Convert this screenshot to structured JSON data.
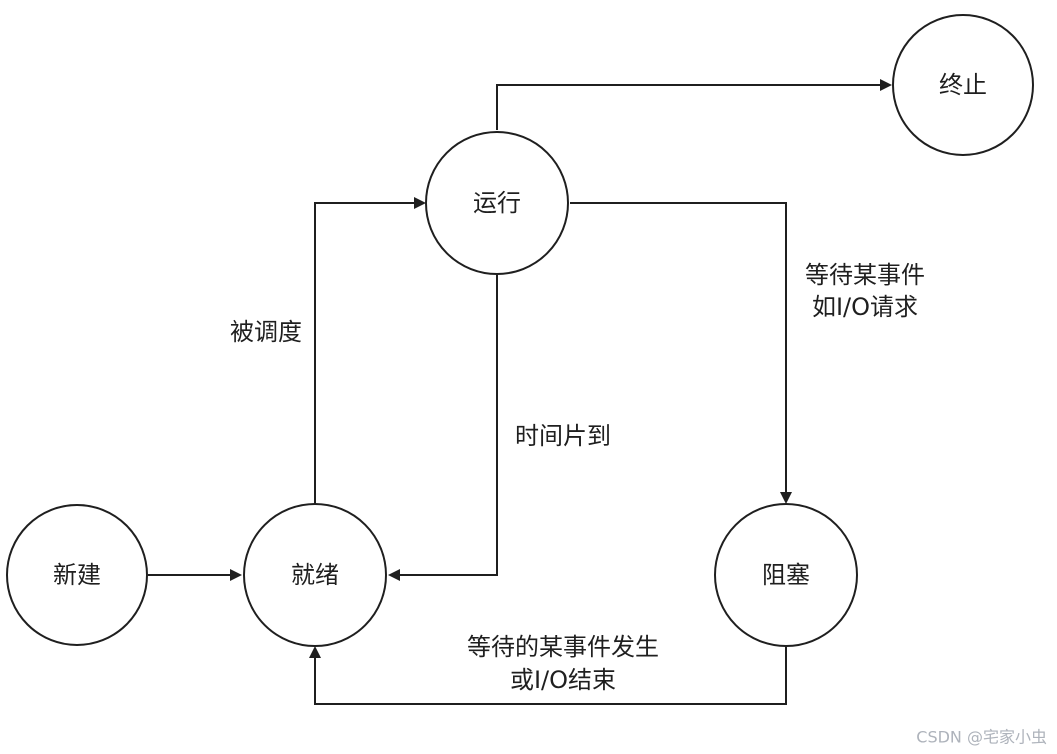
{
  "nodes": {
    "new": "新建",
    "ready": "就绪",
    "running": "运行",
    "blocked": "阻塞",
    "terminated": "终止"
  },
  "edges": {
    "scheduled": "被调度",
    "time_slice_expired": "时间片到",
    "wait_event": [
      "等待某事件",
      "如I/O请求"
    ],
    "event_occurred": [
      "等待的某事件发生",
      "或I/O结束"
    ]
  },
  "watermark": "CSDN @宅家小虫",
  "colors": {
    "line": "#1f1f1f",
    "node_fill": "#ffffff",
    "watermark": "#aeb3bb"
  }
}
